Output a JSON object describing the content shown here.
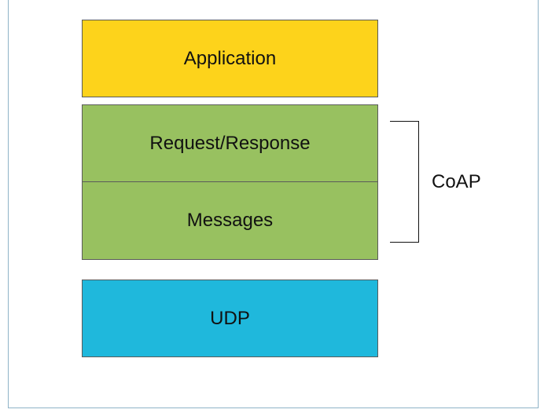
{
  "diagram": {
    "layers": {
      "application": "Application",
      "request_response": "Request/Response",
      "messages": "Messages",
      "udp": "UDP"
    },
    "bracket_label": "CoAP"
  },
  "colors": {
    "application": "#fdd31b",
    "coap": "#98c160",
    "udp": "#1fb8dc"
  }
}
